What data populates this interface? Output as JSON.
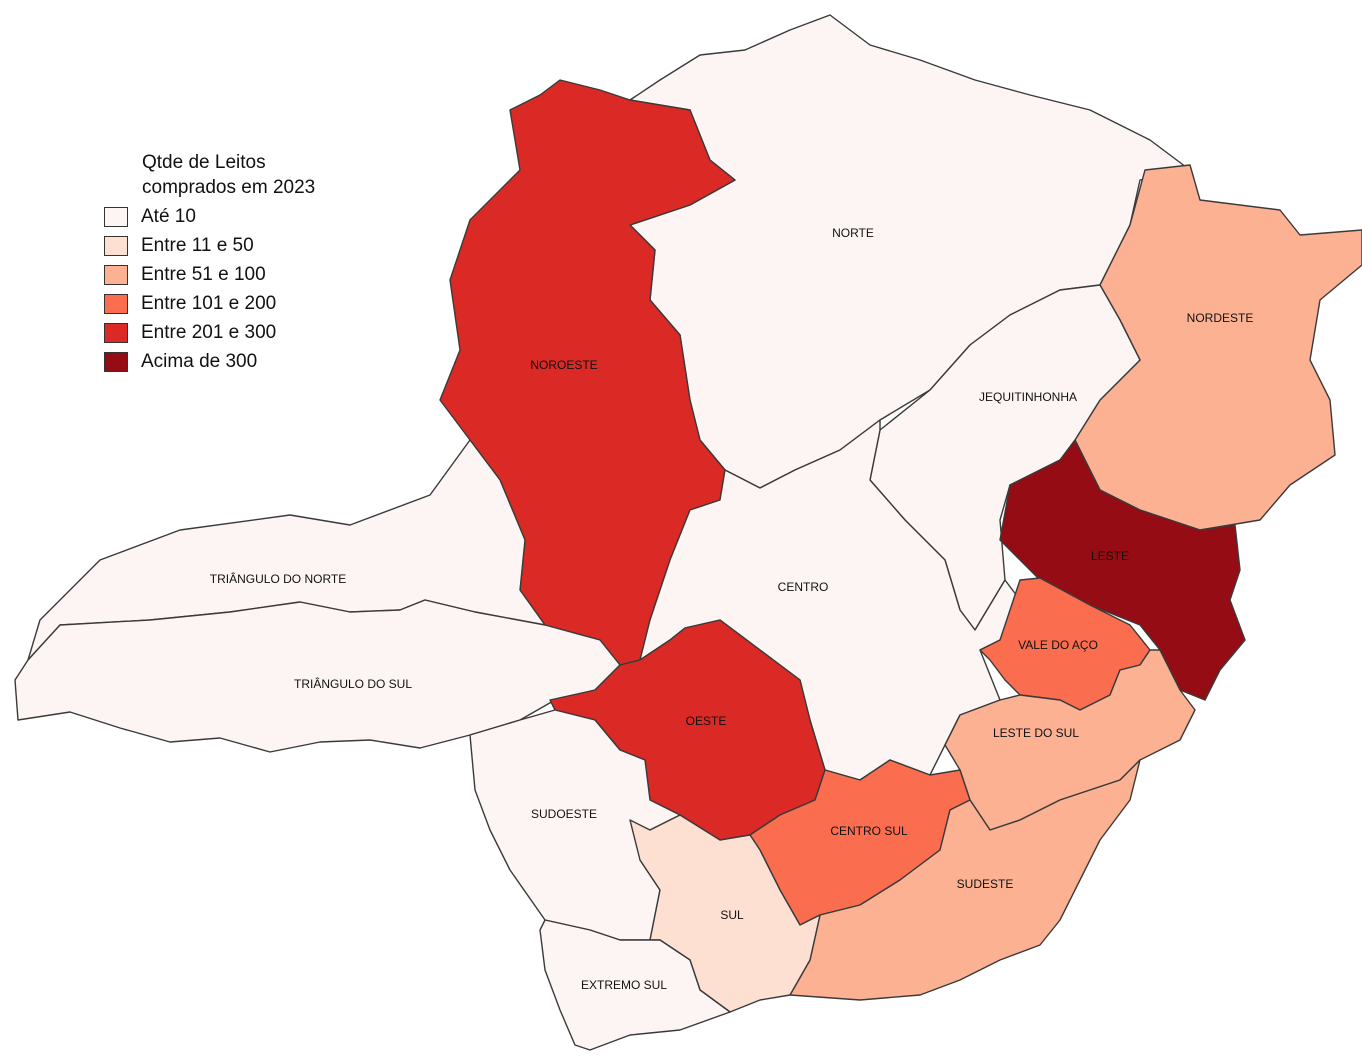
{
  "legend": {
    "title": "Qtde de Leitos\ncomprados em 2023",
    "classes": [
      {
        "label": "Até 10",
        "color": "#fdf5f3"
      },
      {
        "label": "Entre 11 e 50",
        "color": "#fde0d2"
      },
      {
        "label": "Entre 51 e 100",
        "color": "#fcb193"
      },
      {
        "label": "Entre 101 e 200",
        "color": "#fb6d4f"
      },
      {
        "label": "Entre 201 e 300",
        "color": "#db2a26"
      },
      {
        "label": "Acima de 300",
        "color": "#950c14"
      }
    ]
  },
  "regions": [
    {
      "id": "norte",
      "name": "NORTE",
      "class": 0
    },
    {
      "id": "nordeste",
      "name": "NORDESTE",
      "class": 2
    },
    {
      "id": "jequitinhonha",
      "name": "JEQUITINHONHA",
      "class": 0
    },
    {
      "id": "noroeste",
      "name": "NOROESTE",
      "class": 4
    },
    {
      "id": "triangulo-do-norte",
      "name": "TRIÂNGULO DO NORTE",
      "class": 0
    },
    {
      "id": "triangulo-do-sul",
      "name": "TRIÂNGULO DO SUL",
      "class": 0
    },
    {
      "id": "centro",
      "name": "CENTRO",
      "class": 0
    },
    {
      "id": "leste",
      "name": "LESTE",
      "class": 5
    },
    {
      "id": "vale-do-aco",
      "name": "VALE DO AÇO",
      "class": 3
    },
    {
      "id": "oeste",
      "name": "OESTE",
      "class": 4
    },
    {
      "id": "leste-do-sul",
      "name": "LESTE DO SUL",
      "class": 2
    },
    {
      "id": "sudoeste",
      "name": "SUDOESTE",
      "class": 0
    },
    {
      "id": "centro-sul",
      "name": "CENTRO SUL",
      "class": 3
    },
    {
      "id": "sudeste",
      "name": "SUDESTE",
      "class": 2
    },
    {
      "id": "sul",
      "name": "SUL",
      "class": 1
    },
    {
      "id": "extremo-sul",
      "name": "EXTREMO SUL",
      "class": 0
    }
  ]
}
